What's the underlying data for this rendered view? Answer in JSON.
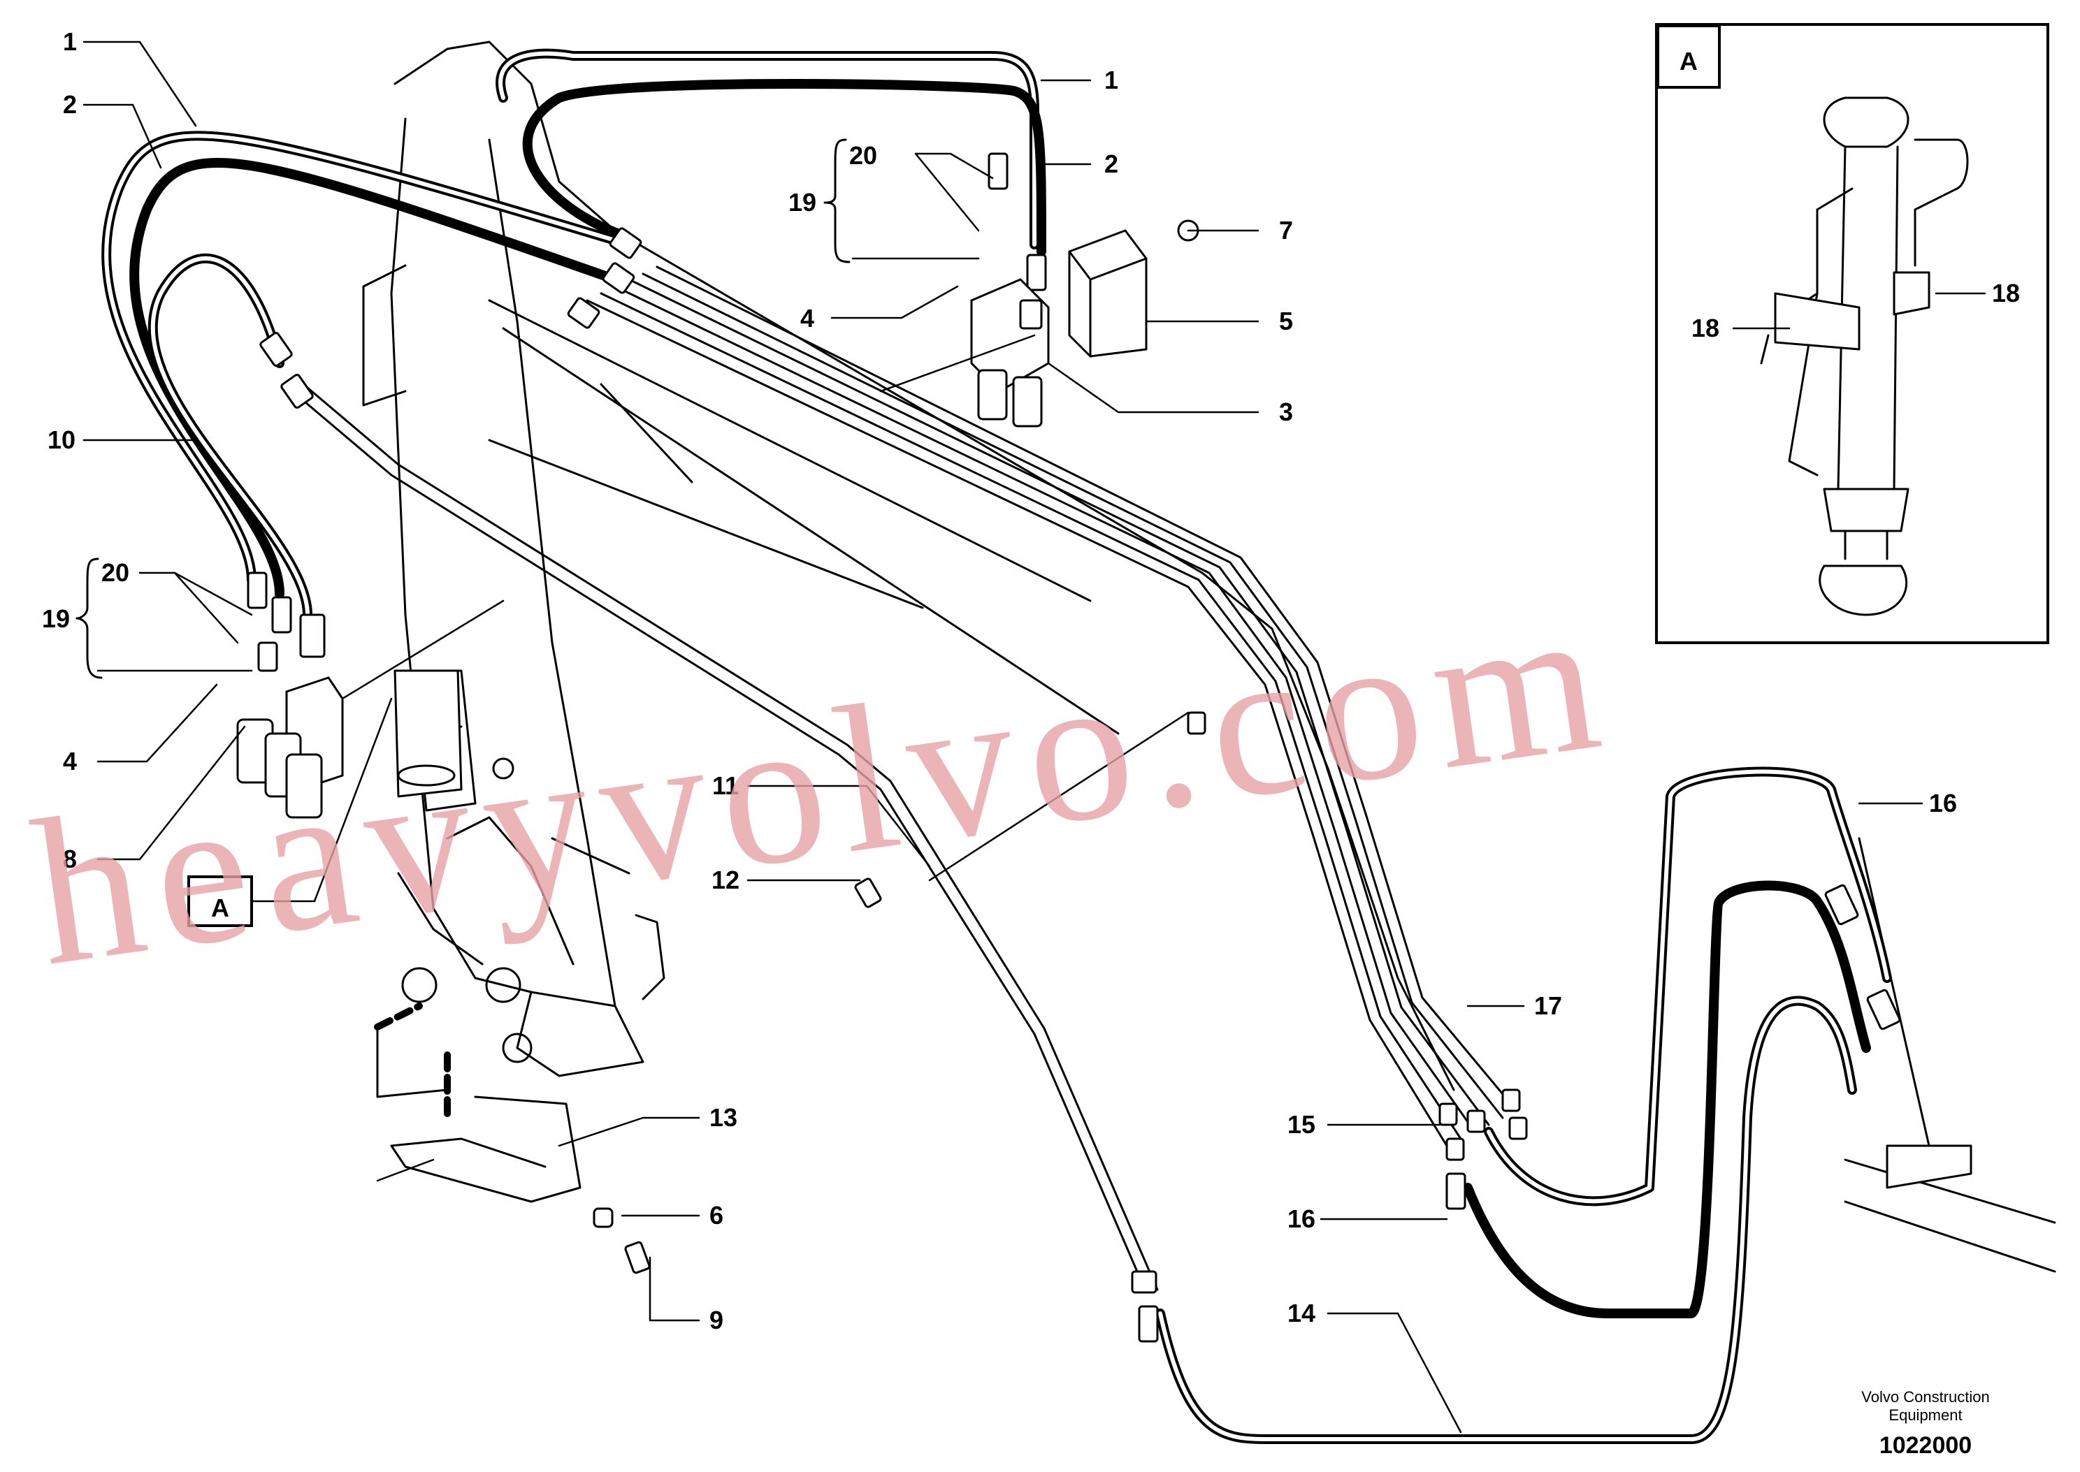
{
  "diagram": {
    "callouts": [
      "1",
      "2",
      "20",
      "19",
      "7",
      "4",
      "5",
      "3",
      "10",
      "20",
      "19",
      "4",
      "8",
      "11",
      "12",
      "17",
      "15",
      "16",
      "14",
      "13",
      "6",
      "9",
      "16",
      "18",
      "18",
      "1",
      "2"
    ],
    "view_tag_inset": "A",
    "view_tag_main": "A",
    "watermark": "heavyvolvo.com",
    "footer_line1": "Volvo Construction",
    "footer_line2": "Equipment",
    "drawing_number": "1022000"
  }
}
